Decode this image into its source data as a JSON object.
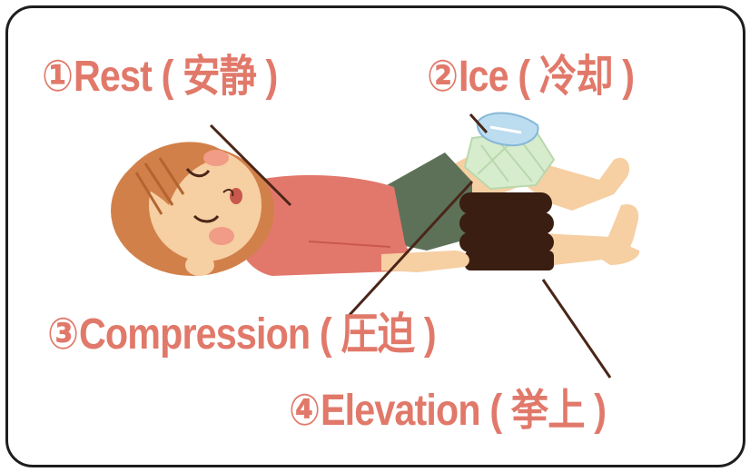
{
  "labels": {
    "rest": {
      "num": "①",
      "text": "Rest ( 安静 )"
    },
    "ice": {
      "num": "②",
      "text": "Ice ( 冷却 )"
    },
    "compression": {
      "num": "③",
      "text": "Compression ( 圧迫 )"
    },
    "elevation": {
      "num": "④",
      "text": "Elevation ( 挙上 )"
    }
  },
  "colors": {
    "label": "#e1796a",
    "border": "#1e1e1e",
    "leader_line": "#4a2618",
    "skin": "#f6cfa3",
    "hair": "#d2804a",
    "shirt": "#e2786c",
    "shorts": "#5d7158",
    "pillow": "#3a1e12",
    "bandage": "#d7eccd",
    "ice_pack": "#bcdcf0"
  }
}
